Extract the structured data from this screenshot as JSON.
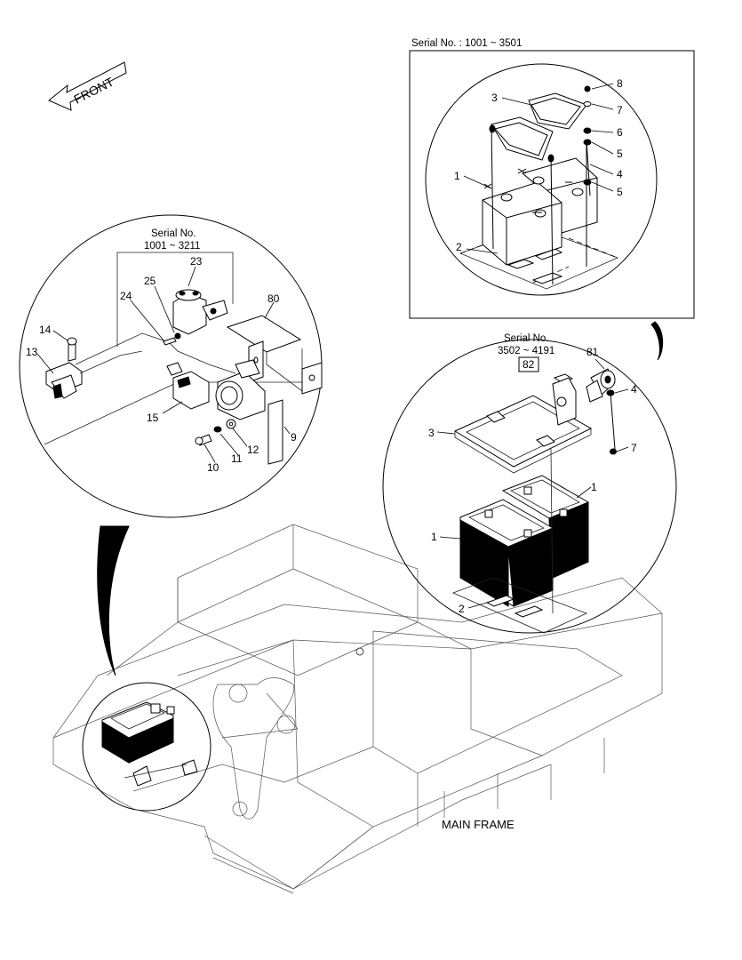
{
  "front_label": "FRONT",
  "main_frame_label": "MAIN FRAME",
  "inset_a": {
    "serial_title": "Serial No. : 1001 ~ 3501",
    "callouts": [
      "8",
      "7",
      "6",
      "5",
      "4",
      "5",
      "3",
      "1",
      "2"
    ]
  },
  "inset_b": {
    "serial_line1": "Serial No.",
    "serial_line2": "3502 ~ 4191",
    "callouts": [
      "82",
      "81",
      "4",
      "7",
      "3",
      "1",
      "1",
      "2"
    ]
  },
  "inset_c": {
    "serial_line1": "Serial No.",
    "serial_line2": "1001 ~ 3211",
    "callouts": [
      "23",
      "25",
      "24",
      "80",
      "14",
      "13",
      "15",
      "9",
      "12",
      "11",
      "10"
    ]
  }
}
